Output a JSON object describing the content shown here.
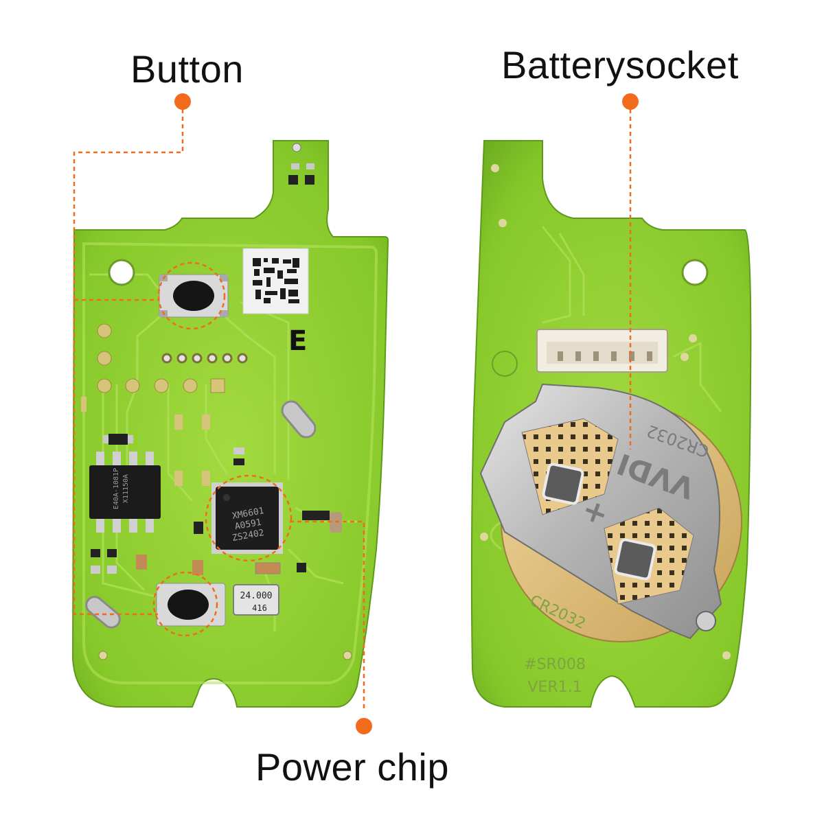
{
  "labels": {
    "button": "Button",
    "battery_socket": "Batterysocket",
    "power_chip": "Power chip"
  },
  "board_front": {
    "crystal_top": "24.000",
    "crystal_bottom": "416",
    "mcu_line1": "XM6601",
    "mcu_line2": "A0591",
    "mcu_line3": "ZS2402",
    "eeprom_line1": "X11150A",
    "eeprom_line2": "E40A-1081P",
    "silk_letter": "E"
  },
  "board_back": {
    "clip_line1": "VVDI",
    "clip_line2": "CR2032",
    "cell_text": "CR2032",
    "model": "#SR008",
    "version": "VER1.1",
    "plus_sign": "+"
  },
  "colors": {
    "accent_orange": "#f26b1d",
    "pcb_green": "#8ccd2e",
    "pcb_trace": "#a9da4f",
    "metal": "#b9b9b9",
    "label_text": "#111111"
  },
  "icons": {
    "callout_dot": "orange-dot-icon"
  }
}
